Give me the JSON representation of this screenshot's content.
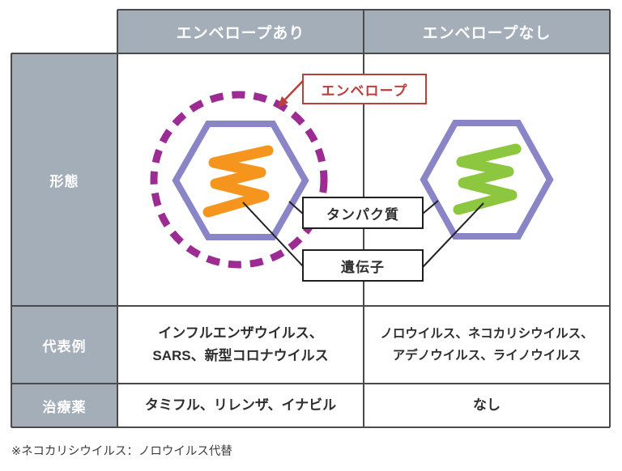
{
  "colors": {
    "header_bg": "#a4aeb9",
    "grid_border": "#4a4a4a",
    "text_dark": "#2e2e2e",
    "text_white": "#ffffff",
    "envelope_red": "#b8413b",
    "membrane_purple": "#9c2b94",
    "capsid_purple": "#8a85c6",
    "genome_orange": "#f6951e",
    "genome_green": "#8dc63f",
    "connector_black": "#222222"
  },
  "table": {
    "column_headers": [
      {
        "label": "エンベロープあり"
      },
      {
        "label": "エンベロープなし"
      }
    ],
    "row_headers": [
      {
        "label": "形態"
      },
      {
        "label": "代表例"
      },
      {
        "label": "治療薬"
      }
    ],
    "examples": {
      "enveloped_line1": "インフルエンザウイルス、",
      "enveloped_line2": "SARS、新型コロナウイルス",
      "non_enveloped_line1": "ノロウイルス、ネコカリシウイルス、",
      "non_enveloped_line2": "アデノウイルス、ライノウイルス"
    },
    "treatments": {
      "enveloped": "タミフル、リレンザ、イナビル",
      "non_enveloped": "なし"
    }
  },
  "diagram": {
    "envelope_callout": "エンベロープ",
    "protein_callout": "タンパク質",
    "gene_callout": "遺伝子"
  },
  "footnote": "※ネコカリシウイルス：ノロウイルス代替"
}
